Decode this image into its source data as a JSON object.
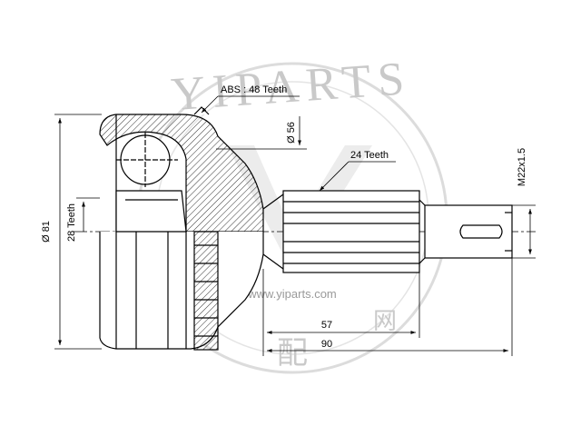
{
  "watermark": {
    "brand": "YIPARTS",
    "url": "www.yiparts.com",
    "cjk_left": "配",
    "cjk_right": "网",
    "color": "#c9c9c9"
  },
  "dimensions": {
    "abs_teeth": "ABS : 48 Teeth",
    "outer_diameter": "Ø 56",
    "outer_splines": "24 Teeth",
    "thread": "M22x1.5",
    "body_diameter": "Ø 81",
    "inner_splines": "28 Teeth",
    "spline_length": "57",
    "overall_length": "90"
  },
  "colors": {
    "line": "#000000",
    "watermark": "#c9c9c9"
  }
}
